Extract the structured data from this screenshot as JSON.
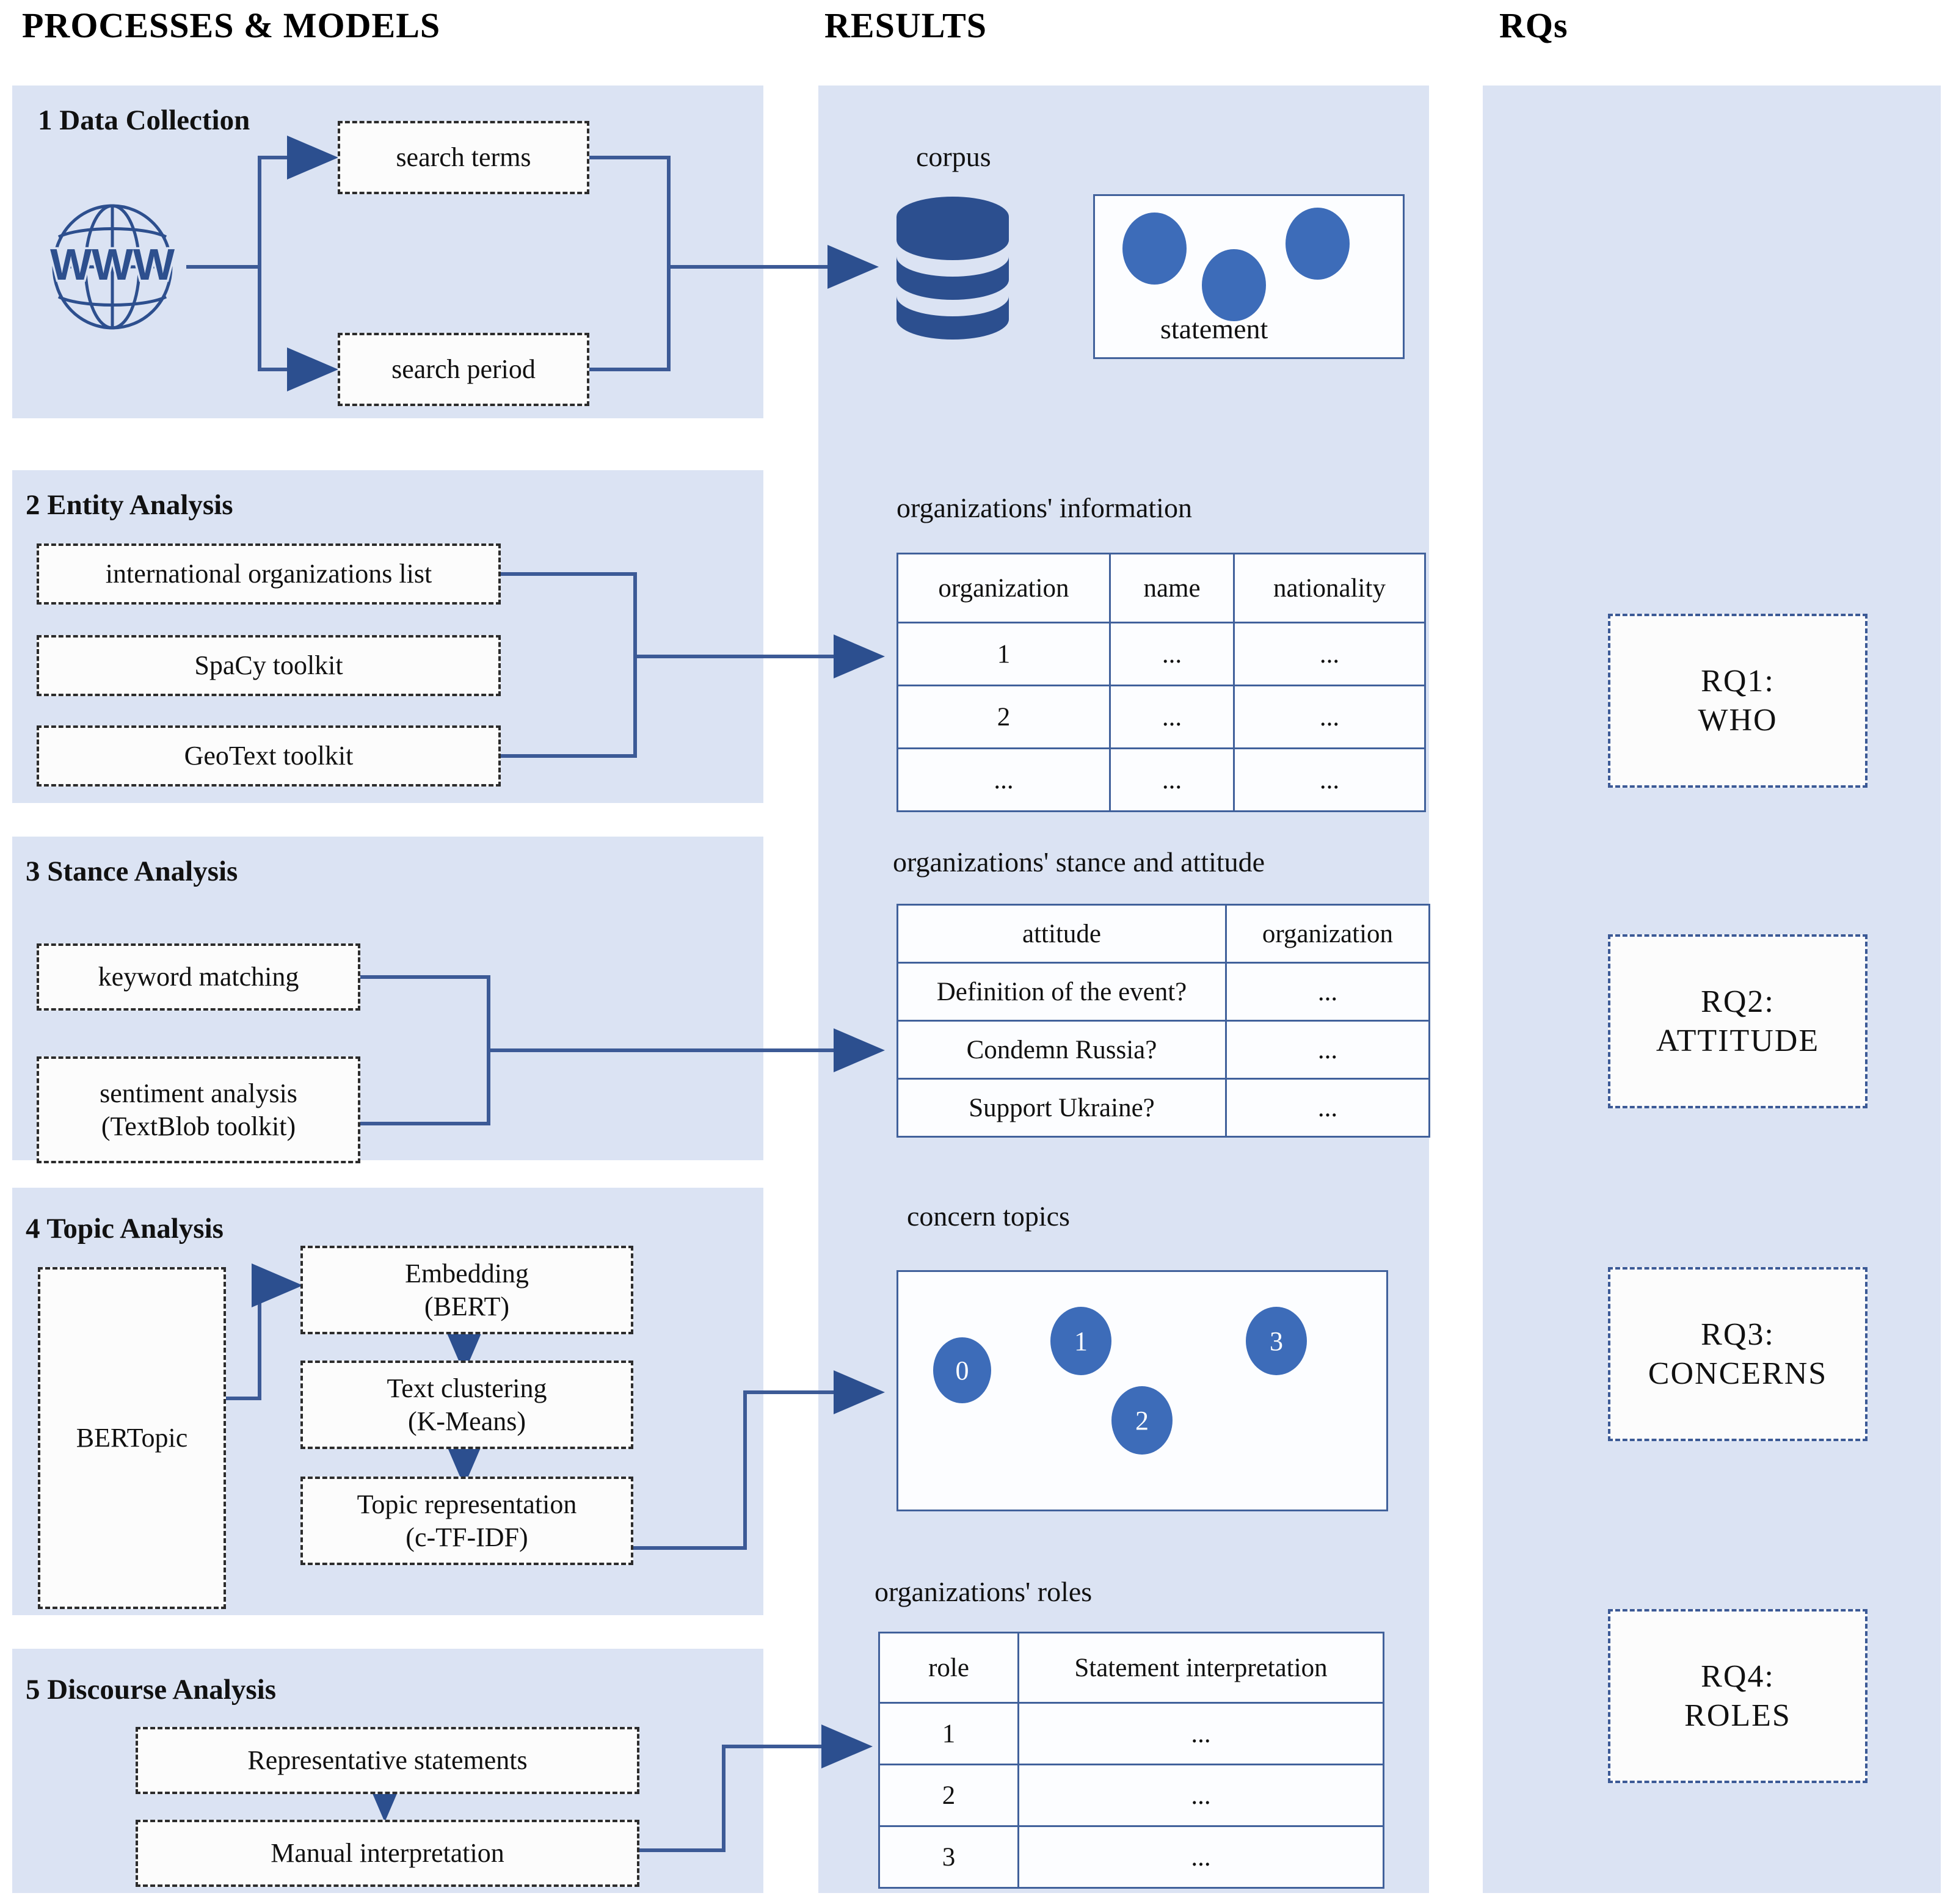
{
  "columns": {
    "processes": "PROCESSES  &  MODELS",
    "results": "RESULTS",
    "rqs": "RQs"
  },
  "colors": {
    "panel_bg": "#dbe3f3",
    "accent_blue": "#3d6cb9",
    "deep_blue": "#2c4f8f",
    "line_blue": "#41619b",
    "box_bg": "#fcfdff"
  },
  "sections": [
    {
      "id": "data-collection",
      "title": "1 Data Collection",
      "icon": "globe-www-icon",
      "boxes": [
        {
          "label": "search terms"
        },
        {
          "label": "search period"
        }
      ]
    },
    {
      "id": "entity-analysis",
      "title": "2 Entity Analysis",
      "boxes": [
        {
          "label": "international  organizations  list"
        },
        {
          "label": "SpaCy toolkit"
        },
        {
          "label": "GeoText toolkit"
        }
      ]
    },
    {
      "id": "stance-analysis",
      "title": "3 Stance Analysis",
      "boxes": [
        {
          "label": "keyword matching"
        },
        {
          "label": "sentiment analysis\n(TextBlob toolkit)"
        }
      ]
    },
    {
      "id": "topic-analysis",
      "title": "4 Topic Analysis",
      "boxes": [
        {
          "label": "BERTopic"
        },
        {
          "label": "Embedding\n(BERT)"
        },
        {
          "label": "Text clustering\n(K-Means)"
        },
        {
          "label": "Topic representation\n(c-TF-IDF)"
        }
      ]
    },
    {
      "id": "discourse-analysis",
      "title": "5 Discourse Analysis",
      "boxes": [
        {
          "label": "Representative statements"
        },
        {
          "label": "Manual interpretation"
        }
      ]
    }
  ],
  "results": {
    "corpus": {
      "caption": "corpus",
      "icon": "database-cylinder-icon",
      "statement_label": "statement",
      "bubble_count": 3
    },
    "org_info": {
      "caption": "organizations'  information",
      "headers": [
        "organization",
        "name",
        "nationality"
      ],
      "rows": [
        [
          "1",
          "...",
          "..."
        ],
        [
          "2",
          "...",
          "..."
        ],
        [
          "...",
          "...",
          "..."
        ]
      ]
    },
    "stance": {
      "caption": "organizations'  stance and attitude",
      "headers": [
        "attitude",
        "organization"
      ],
      "rows": [
        [
          "Definition  of the event?",
          "..."
        ],
        [
          "Condemn Russia?",
          "..."
        ],
        [
          "Support Ukraine?",
          "..."
        ]
      ]
    },
    "topics": {
      "caption": "concern topics",
      "bubbles": [
        "0",
        "1",
        "3",
        "2"
      ]
    },
    "roles": {
      "caption": "organizations'  roles",
      "headers": [
        "role",
        "Statement interpretation"
      ],
      "rows": [
        [
          "1",
          "..."
        ],
        [
          "2",
          "..."
        ],
        [
          "3",
          "..."
        ]
      ]
    }
  },
  "rqs": [
    {
      "label": "RQ1:\nWHO"
    },
    {
      "label": "RQ2:\nATTITUDE"
    },
    {
      "label": "RQ3:\nCONCERNS"
    },
    {
      "label": "RQ4:\nROLES"
    }
  ]
}
